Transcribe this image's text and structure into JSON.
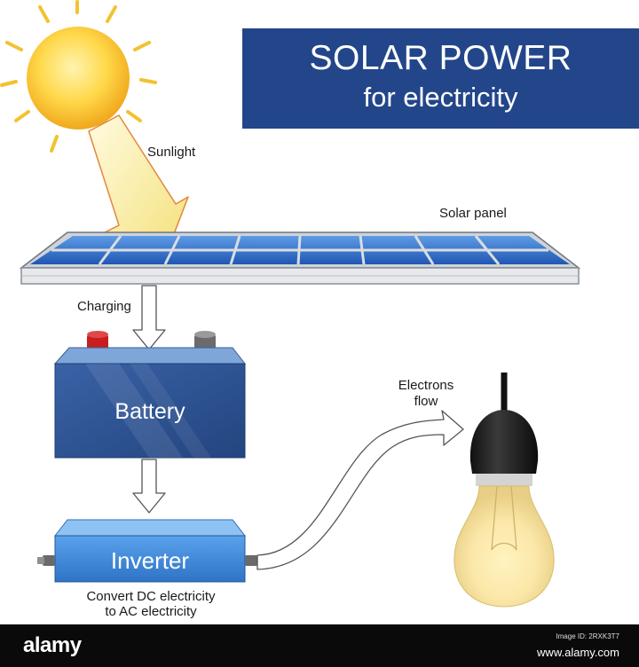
{
  "title": {
    "line1": "SOLAR POWER",
    "line2": "for electricity"
  },
  "labels": {
    "sunlight": "Sunlight",
    "solar_panel": "Solar panel",
    "charging": "Charging",
    "battery": "Battery",
    "electrons_flow_1": "Electrons",
    "electrons_flow_2": "flow",
    "inverter": "Inverter",
    "convert_1": "Convert DC electricity",
    "convert_2": "to AC electricity"
  },
  "watermark": {
    "logo": "alamy",
    "image_id": "Image ID: 2RXK3T7",
    "url": "www.alamy.com"
  },
  "colors": {
    "title_bg": "#23468a",
    "panel_cell": "#2f6fc9",
    "battery": "#2b4e8c",
    "inverter": "#3f86d6",
    "sun": "#ffd84a",
    "terminal_positive": "#c81e1e",
    "terminal_negative": "#6b6b6b"
  }
}
